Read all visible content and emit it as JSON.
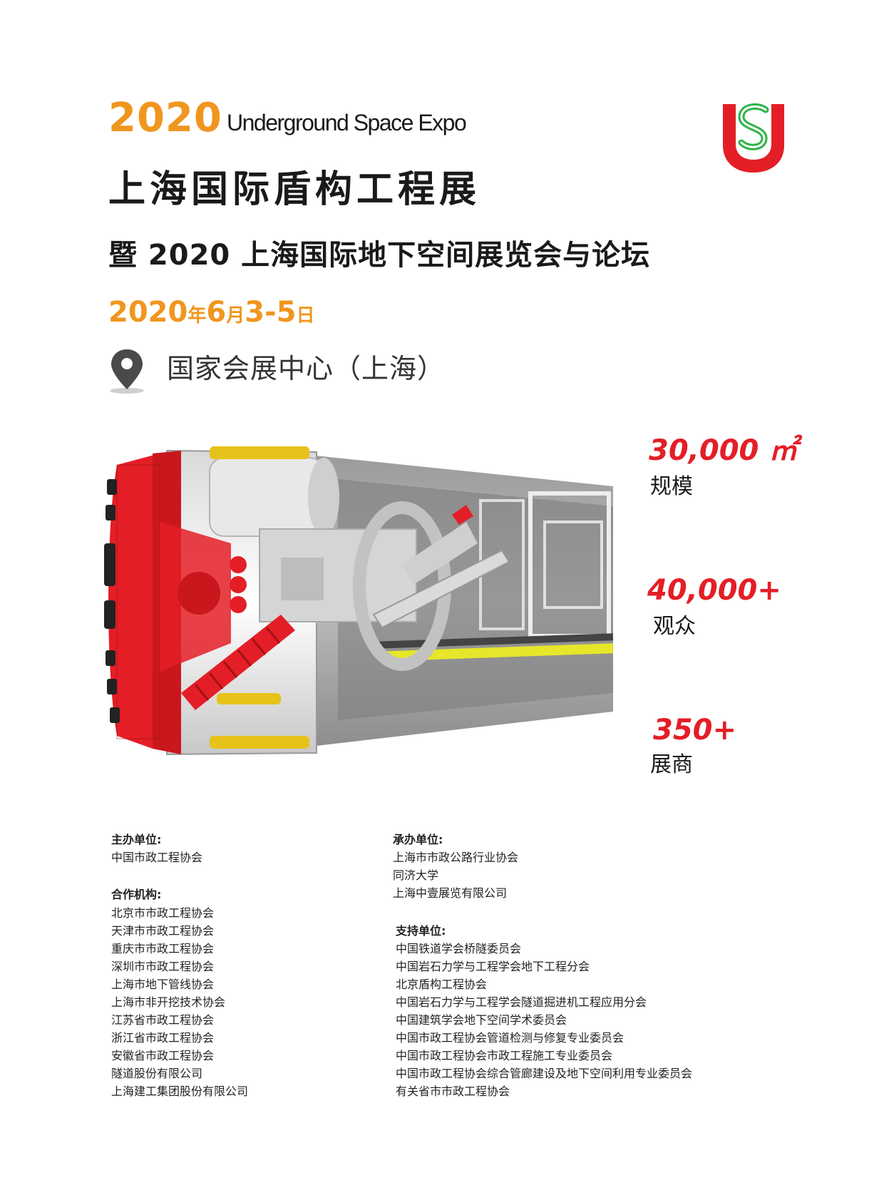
{
  "header": {
    "year": "2020",
    "english_title": "Underground Space Expo",
    "title_main": "上海国际盾构工程展",
    "title_sub": "暨 2020 上海国际地下空间展览会与论坛",
    "date": {
      "y": "2020",
      "y_unit": "年",
      "m": "6",
      "m_unit": "月",
      "d": "3-5",
      "d_unit": "日"
    },
    "venue": "国家会展中心（上海）"
  },
  "logo": {
    "icon": "us-logo-icon",
    "colors": {
      "u": "#e41e26",
      "s": "#2eb34a"
    }
  },
  "stats": [
    {
      "value": "30,000 ㎡",
      "label": "规模"
    },
    {
      "value": "40,000+",
      "label": "观众"
    },
    {
      "value": "350+",
      "label": "展商"
    }
  ],
  "organizers": {
    "host": {
      "heading": "主办单位:",
      "items": [
        "中国市政工程协会"
      ]
    },
    "cooperation": {
      "heading": "合作机构:",
      "items": [
        "北京市市政工程协会",
        "天津市市政工程协会",
        "重庆市市政工程协会",
        "深圳市市政工程协会",
        "上海市地下管线协会",
        "上海市非开挖技术协会",
        "江苏省市政工程协会",
        "浙江省市政工程协会",
        "安徽省市政工程协会",
        "隧道股份有限公司",
        "上海建工集团股份有限公司"
      ]
    },
    "organizer": {
      "heading": "承办单位:",
      "items": [
        "上海市市政公路行业协会",
        "同济大学",
        "上海中壹展览有限公司"
      ]
    },
    "support": {
      "heading": "支持单位:",
      "items": [
        "中国铁道学会桥隧委员会",
        "中国岩石力学与工程学会地下工程分会",
        "北京盾构工程协会",
        "中国岩石力学与工程学会隧道掘进机工程应用分会",
        "中国建筑学会地下空间学术委员会",
        "中国市政工程协会管道检测与修复专业委员会",
        "中国市政工程协会市政工程施工专业委员会",
        "中国市政工程协会综合管廊建设及地下空间利用专业委员会",
        "有关省市市政工程协会"
      ]
    }
  },
  "colors": {
    "accent_orange": "#f0961e",
    "accent_red": "#e41e26",
    "text": "#1a1a1a"
  }
}
